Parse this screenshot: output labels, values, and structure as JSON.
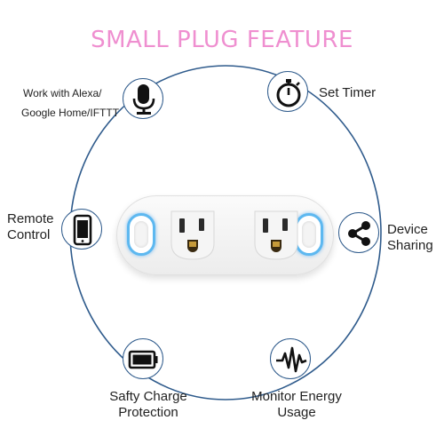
{
  "title": "SMALL PLUG FEATURE",
  "features": {
    "alexa": {
      "line1": "Work with Alexa/",
      "line2": "Google Home/IFTTT",
      "icon": "microphone-icon"
    },
    "timer": {
      "label": "Set Timer",
      "icon": "stopwatch-icon"
    },
    "remote": {
      "line1": "Remote",
      "line2": "Control",
      "icon": "smartphone-icon"
    },
    "sharing": {
      "line1": "Device",
      "line2": "Sharing",
      "icon": "share-icon"
    },
    "charge": {
      "line1": "Safty Charge",
      "line2": "Protection",
      "icon": "battery-icon"
    },
    "energy": {
      "line1": "Monitor Energy",
      "line2": "Usage",
      "icon": "waveform-icon"
    }
  },
  "colors": {
    "title": "#ef8fd0",
    "ring": "#2f5b8c",
    "led": "#5db8f0"
  }
}
